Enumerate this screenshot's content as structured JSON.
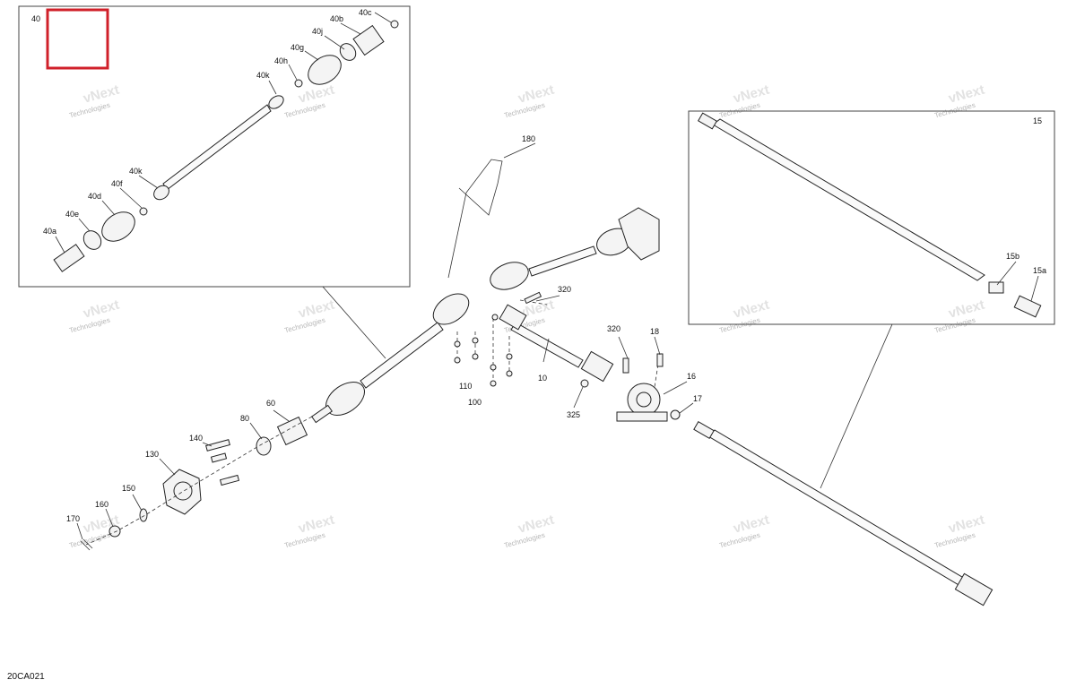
{
  "figure_code": "20CA021",
  "watermark": {
    "line1": "vNext",
    "line2": "Technologies"
  },
  "colors": {
    "highlight": "#d0202a",
    "line": "#222222",
    "watermark": "#cfcfcf"
  },
  "callouts": {
    "c40": "40",
    "c40a": "40a",
    "c40b": "40b",
    "c40c": "40c",
    "c40d": "40d",
    "c40e": "40e",
    "c40f": "40f",
    "c40g": "40g",
    "c40h": "40h",
    "c40j": "40j",
    "c40k1": "40k",
    "c40k2": "40k",
    "c15": "15",
    "c15a": "15a",
    "c15b": "15b",
    "c10": "10",
    "c16": "16",
    "c17": "17",
    "c18": "18",
    "c60": "60",
    "c80": "80",
    "c100": "100",
    "c110": "110",
    "c130": "130",
    "c140": "140",
    "c150": "150",
    "c160": "160",
    "c170": "170",
    "c180": "180",
    "c320a": "320",
    "c320b": "320",
    "c325": "325"
  }
}
